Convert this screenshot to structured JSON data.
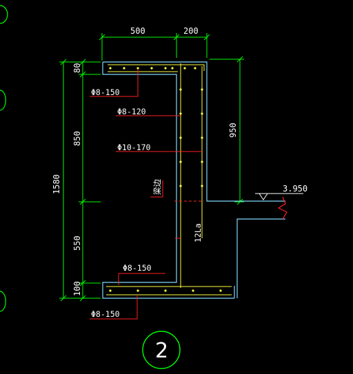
{
  "drawing": {
    "dimensions": {
      "top_500": "500",
      "top_200": "200",
      "left_80": "80",
      "left_850": "850",
      "left_550": "550",
      "left_100": "100",
      "total_1580": "1580",
      "right_950": "950"
    },
    "rebar_labels": {
      "phi8_150_top": "Φ8-150",
      "phi8_120": "Φ8-120",
      "phi10_170": "Φ10-170",
      "phi8_150_mid": "Φ8-150",
      "phi8_150_bottom": "Φ8-150"
    },
    "notes": {
      "beam_edge": "梁边",
      "anchorage": "12La"
    },
    "elevation": "3.950",
    "detail_number": "2",
    "colors": {
      "background": "#000000",
      "dimension_lines": "#00ff00",
      "leaders": "#ff2020",
      "concrete_outline": "#7fd8ff",
      "rebar": "#ffff40",
      "text": "#ffffff"
    }
  }
}
